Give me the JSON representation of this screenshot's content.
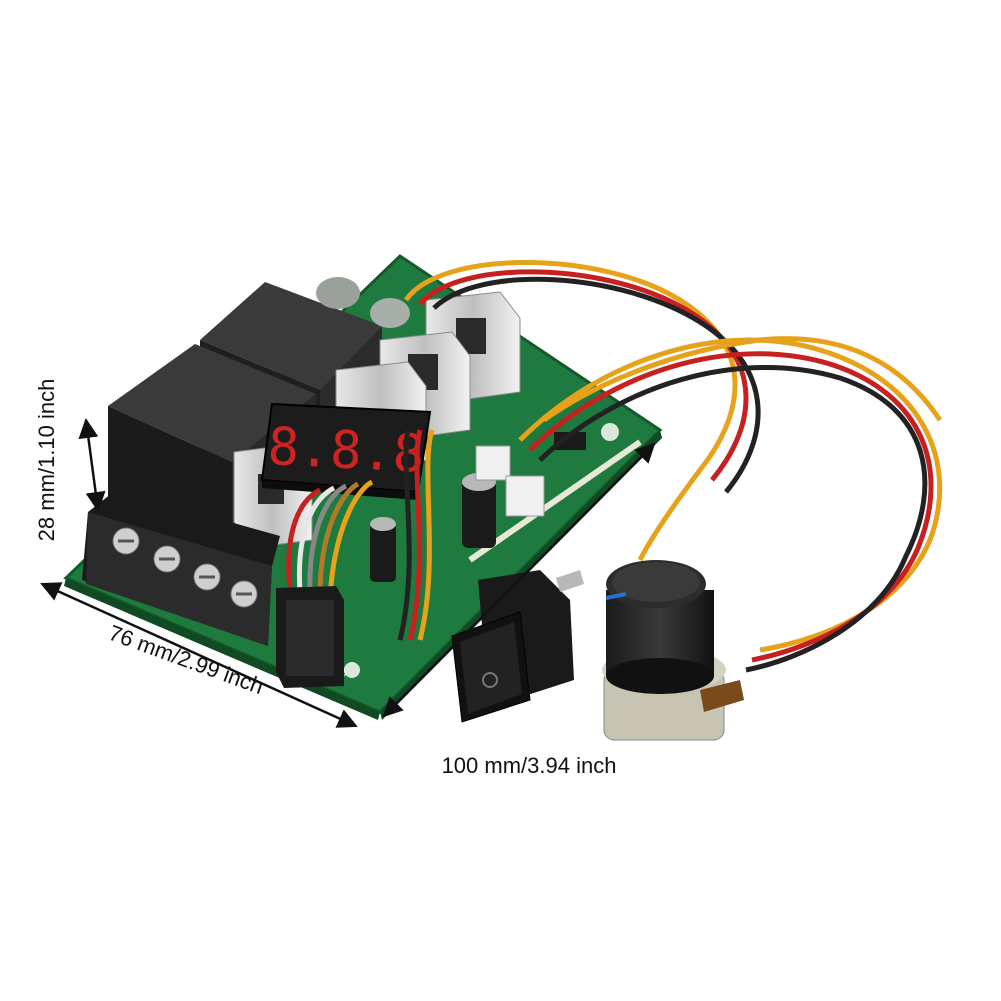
{
  "dimensions": {
    "height": "28 mm/1.10 inch",
    "width": "76 mm/2.99 inch",
    "length": "100 mm/3.94 inch"
  },
  "display": {
    "digits": "8.8.8"
  },
  "colors": {
    "board": "#1e7a3e",
    "relay": "#222222",
    "display_segment": "#cf2222",
    "wire_red": "#c62020",
    "wire_yellow": "#e6a21a",
    "wire_black": "#222222"
  }
}
